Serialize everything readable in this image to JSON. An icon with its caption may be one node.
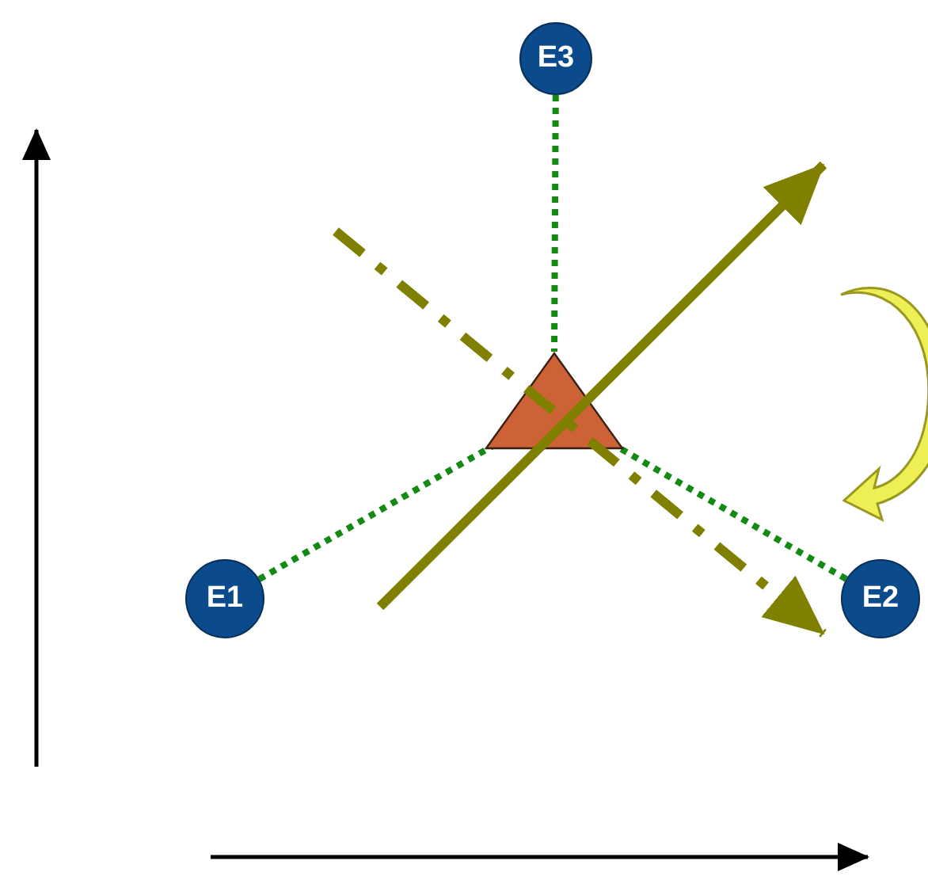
{
  "diagram": {
    "nodes": [
      {
        "text": [
          "E3"
        ]
      },
      {
        "text": [],
        "shape": "triangle"
      },
      {
        "text": [
          "E1"
        ]
      },
      {
        "text": [
          "E2"
        ]
      }
    ],
    "edges": [
      {
        "from": 0,
        "to": 1,
        "arrow": "none",
        "style": "dashed"
      },
      {
        "from": 2,
        "to": 1,
        "arrow": "none",
        "style": "dashed"
      },
      {
        "from": 3,
        "to": 1,
        "arrow": "none",
        "style": "dashed"
      }
    ]
  }
}
